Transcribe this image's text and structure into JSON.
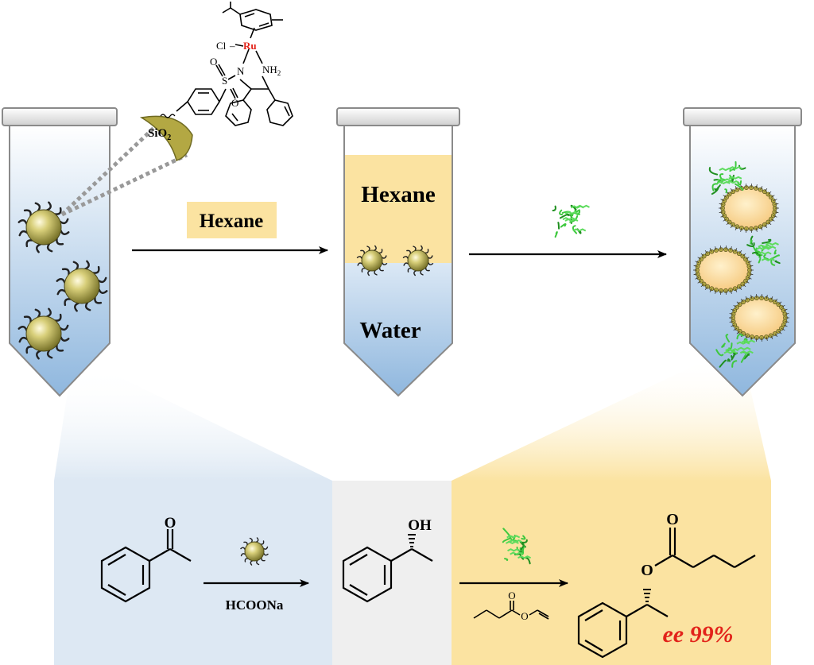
{
  "labels": {
    "hexane_arrow": "Hexane",
    "hexane_layer": "Hexane",
    "water_layer": "Water",
    "support": "SiO",
    "support_sub": "2",
    "reagent": "HCOONa",
    "ee_result": "ee 99%"
  },
  "catalyst_atoms": {
    "ru": "Ru",
    "cl": "Cl",
    "n": "N",
    "nh2": "NH",
    "nh2_sub": "2",
    "s": "S",
    "o1": "O",
    "o2": "O"
  },
  "molecule_atoms": {
    "ketone_o": "O",
    "alcohol_oh": "OH",
    "ester_o_carbonyl": "O",
    "ester_o": "O",
    "vinyl_ester_o_carbonyl": "O",
    "vinyl_ester_o": "O"
  },
  "colors": {
    "hexane_fill": "#fbe3a1",
    "water_top": "#ffffff",
    "water_bottom": "#8fb7de",
    "panel_blue": "#dde8f3",
    "panel_grey": "#efefef",
    "panel_yellow": "#fbe3a1",
    "ru_red": "#e2231a",
    "ee_red": "#e2231a",
    "enzyme_green": "#3ec83e",
    "particle_gold": "#b3a843"
  }
}
